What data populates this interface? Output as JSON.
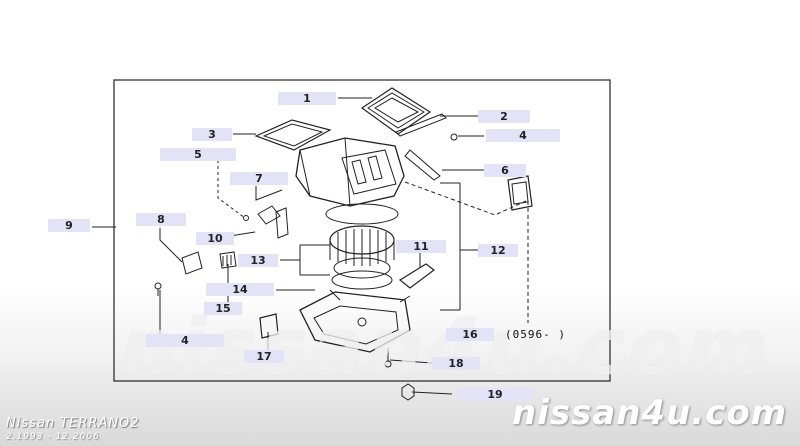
{
  "callouts": {
    "c1": "1",
    "c2": "2",
    "c3": "3",
    "c4a": "4",
    "c5": "5",
    "c6": "6",
    "c7": "7",
    "c8": "8",
    "c9": "9",
    "c10": "10",
    "c11": "11",
    "c12": "12",
    "c13": "13",
    "c14": "14",
    "c15": "15",
    "c4b": "4",
    "c16": "16",
    "c17": "17",
    "c18": "18",
    "c19": "19"
  },
  "note_16": "(0596-    )",
  "watermark": "nissan4u.com",
  "footer": {
    "brand": "nissan4u.com",
    "model": "Nissan TERRANO2",
    "years": "2.1993 - 12.2006"
  }
}
